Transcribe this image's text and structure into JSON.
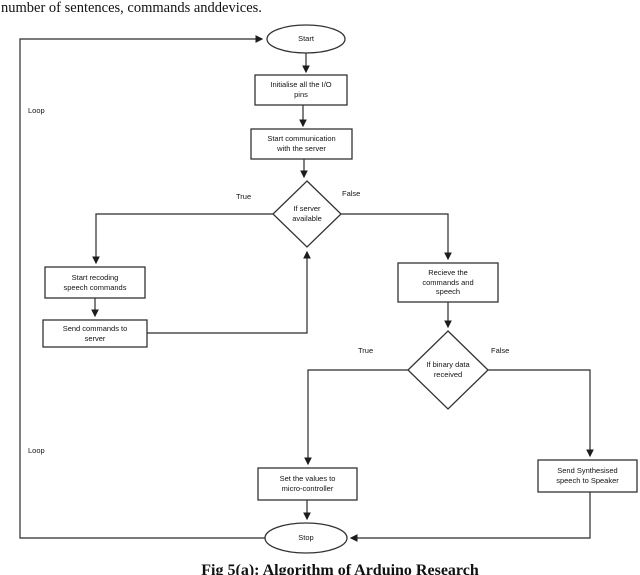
{
  "document": {
    "top_text": "number of sentences, commands anddevices.",
    "caption": "Fig 5(a): Algorithm of Arduino Research"
  },
  "flowchart": {
    "type": "flowchart",
    "nodes": {
      "start": {
        "shape": "terminator",
        "label": "Start"
      },
      "init_io": {
        "shape": "process",
        "label": "Initialise all the I/O\npins"
      },
      "start_comm": {
        "shape": "process",
        "label": "Start communication\nwith the server"
      },
      "server_available": {
        "shape": "decision",
        "label": "If server\navailable"
      },
      "start_recoding": {
        "shape": "process",
        "label": "Start recoding\nspeech commands"
      },
      "send_commands": {
        "shape": "process",
        "label": "Send commands to\nserver"
      },
      "receive_commands": {
        "shape": "process",
        "label": "Recieve the\ncommands and\nspeech"
      },
      "binary_data": {
        "shape": "decision",
        "label": "If binary data\nreceived"
      },
      "set_values": {
        "shape": "process",
        "label": "Set the values to\nmicro-controller"
      },
      "send_synth": {
        "shape": "process",
        "label": "Send Synthesised\nspeech to Speaker"
      },
      "stop": {
        "shape": "terminator",
        "label": "Stop"
      }
    },
    "edge_labels": {
      "server_true": "True",
      "server_false": "False",
      "binary_true": "True",
      "binary_false": "False"
    },
    "loop_labels": {
      "left_top": "Loop",
      "left_bottom": "Loop"
    },
    "edges": [
      {
        "from": "start",
        "to": "init_io"
      },
      {
        "from": "init_io",
        "to": "start_comm"
      },
      {
        "from": "start_comm",
        "to": "server_available"
      },
      {
        "from": "server_available",
        "to": "start_recoding",
        "label": "True"
      },
      {
        "from": "server_available",
        "to": "receive_commands",
        "label": "False"
      },
      {
        "from": "start_recoding",
        "to": "send_commands"
      },
      {
        "from": "send_commands",
        "to": "server_available"
      },
      {
        "from": "receive_commands",
        "to": "binary_data"
      },
      {
        "from": "binary_data",
        "to": "set_values",
        "label": "True"
      },
      {
        "from": "binary_data",
        "to": "send_synth",
        "label": "False"
      },
      {
        "from": "set_values",
        "to": "stop"
      },
      {
        "from": "send_synth",
        "to": "stop"
      },
      {
        "from": "stop",
        "to": "start",
        "label": "Loop"
      }
    ],
    "colors": {
      "line": "#2b2b2b",
      "shape_border": "#333333",
      "shape_fill": "#ffffff",
      "text": "#131313"
    }
  }
}
